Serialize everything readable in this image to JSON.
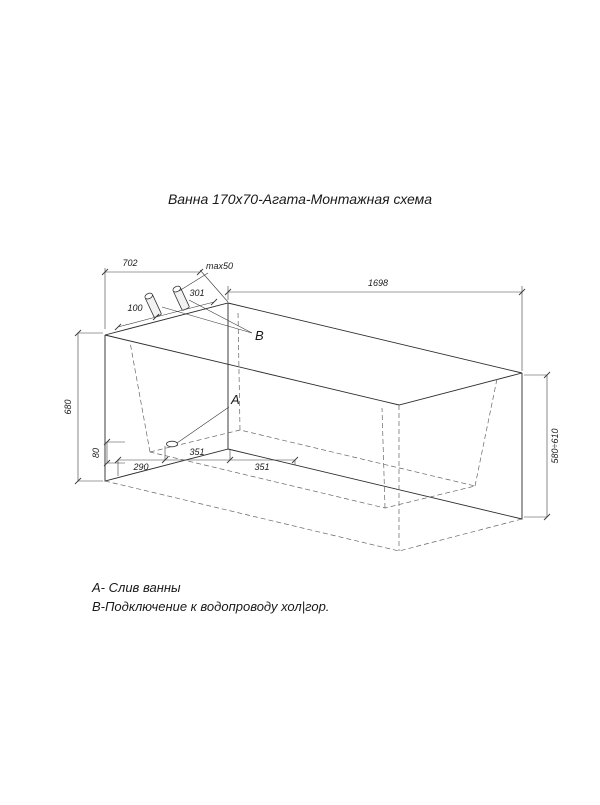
{
  "title": "Ванна 170x70-Агата-Монтажная схема",
  "drawing": {
    "labels": {
      "a": "A",
      "b": "B"
    },
    "dims": {
      "width": "702",
      "length": "1698",
      "height_left": "680",
      "height_right": "580÷610",
      "max_pipe": "max50",
      "pipe_offset": "100",
      "pipe_span": "301",
      "drain_height": "80",
      "drain_offset": "290",
      "spacing_1": "351",
      "spacing_2": "351"
    }
  },
  "legend": {
    "line_a": "А- Слив ванны",
    "line_b": "В-Подключение к водопроводу хол|гор."
  },
  "colors": {
    "line": "#2b2b2b",
    "hidden_line": "#666666",
    "dimension": "#3a3a3a",
    "text": "#1a1a1a",
    "background": "#ffffff"
  }
}
